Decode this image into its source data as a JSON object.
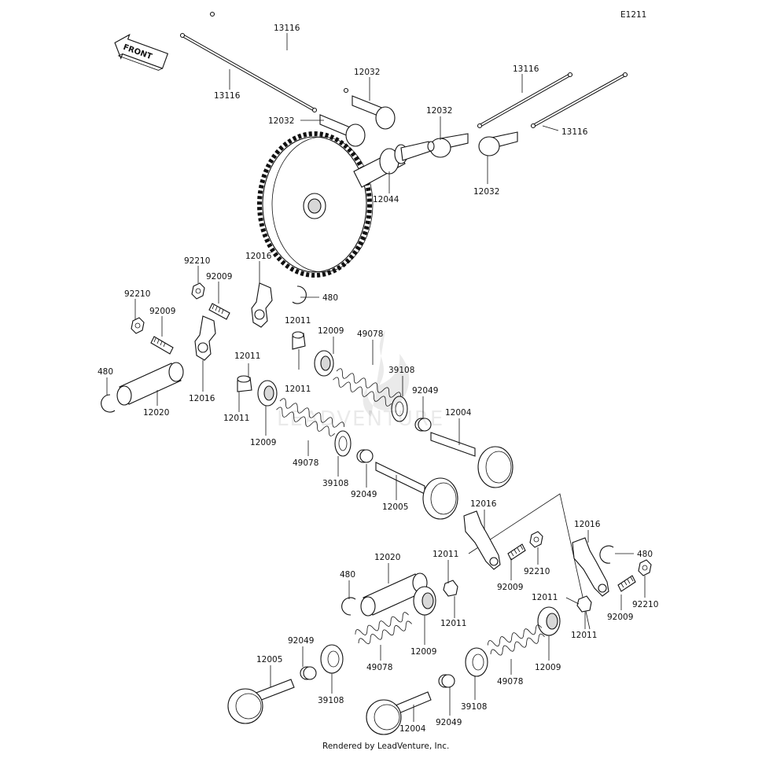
{
  "diagram": {
    "code": "E1211",
    "front_label": "FRONT",
    "footer": "Rendered by LeadVenture, Inc.",
    "watermark": "LEADVENTURE",
    "labels": {
      "pushrod_tl": "13116",
      "pushrod_tl2": "13116",
      "pushrod_tr": "13116",
      "pushrod_tr2": "13116",
      "lifter_a": "12032",
      "lifter_b": "12032",
      "lifter_c": "12032",
      "lifter_d": "12032",
      "camshaft": "12044",
      "nut_l1": "92210",
      "nut_l2": "92210",
      "screw_l1": "92009",
      "screw_l2": "92009",
      "rocker_l1": "12016",
      "rocker_l2": "12016",
      "clip_l1": "480",
      "clip_l2": "480",
      "shaft_l": "12020",
      "pivot_l1": "12011",
      "pivot_l2": "12011",
      "pivot_l3": "12011",
      "retainer_l1": "12009",
      "retainer_l2": "12009",
      "spring_l1": "49078",
      "spring_l2": "49078",
      "seat_l1": "39108",
      "seat_l2": "39108",
      "seal_l1": "92049",
      "seal_l2": "92049",
      "valve_in_l": "12004",
      "valve_ex_l": "12005",
      "rocker_r1": "12016",
      "rocker_r2": "12016",
      "screw_r1": "92009",
      "screw_r2": "92009",
      "nut_r1": "92210",
      "nut_r2": "92210",
      "clip_r1": "480",
      "clip_r2": "480",
      "shaft_r": "12020",
      "pivot_r1": "12011",
      "pivot_r2": "12011",
      "pivot_r3": "12011",
      "retainer_r1": "12009",
      "retainer_r2": "12009",
      "spring_r1": "49078",
      "spring_r2": "49078",
      "seat_r1": "39108",
      "seat_r2": "39108",
      "seal_r1": "92049",
      "seal_r2": "92049",
      "valve_ex_r": "12005",
      "valve_in_r": "12004"
    }
  }
}
